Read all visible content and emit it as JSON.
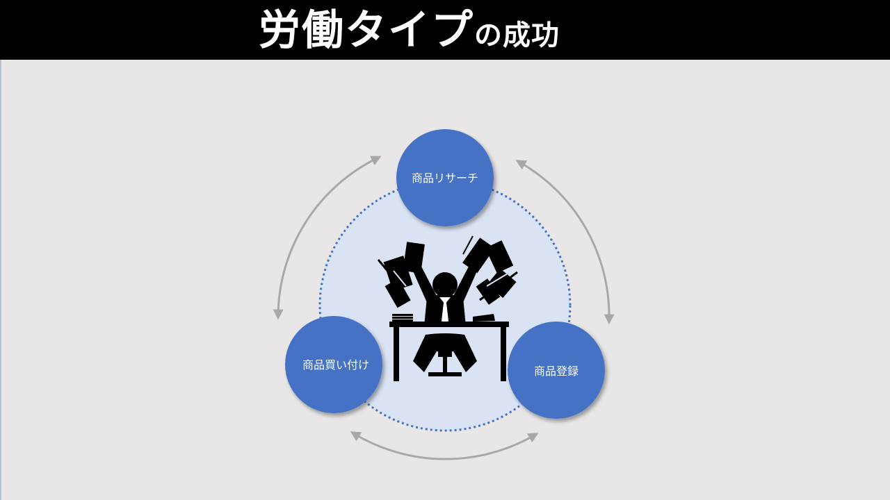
{
  "title": {
    "main": "労働タイプ",
    "sub": "の成功"
  },
  "cycle": {
    "nodes": [
      {
        "label": "商品リサーチ"
      },
      {
        "label": "商品買い付け"
      },
      {
        "label": "商品登録"
      }
    ]
  },
  "colors": {
    "node_fill": "#4472c4",
    "inner_circle_fill": "#dae3f3",
    "dotted_ring": "#4472c4",
    "arrow": "#a8a8a8",
    "background": "#e8e6e7",
    "header": "#000000"
  },
  "icons": [
    "overwhelmed-worker-icon"
  ]
}
